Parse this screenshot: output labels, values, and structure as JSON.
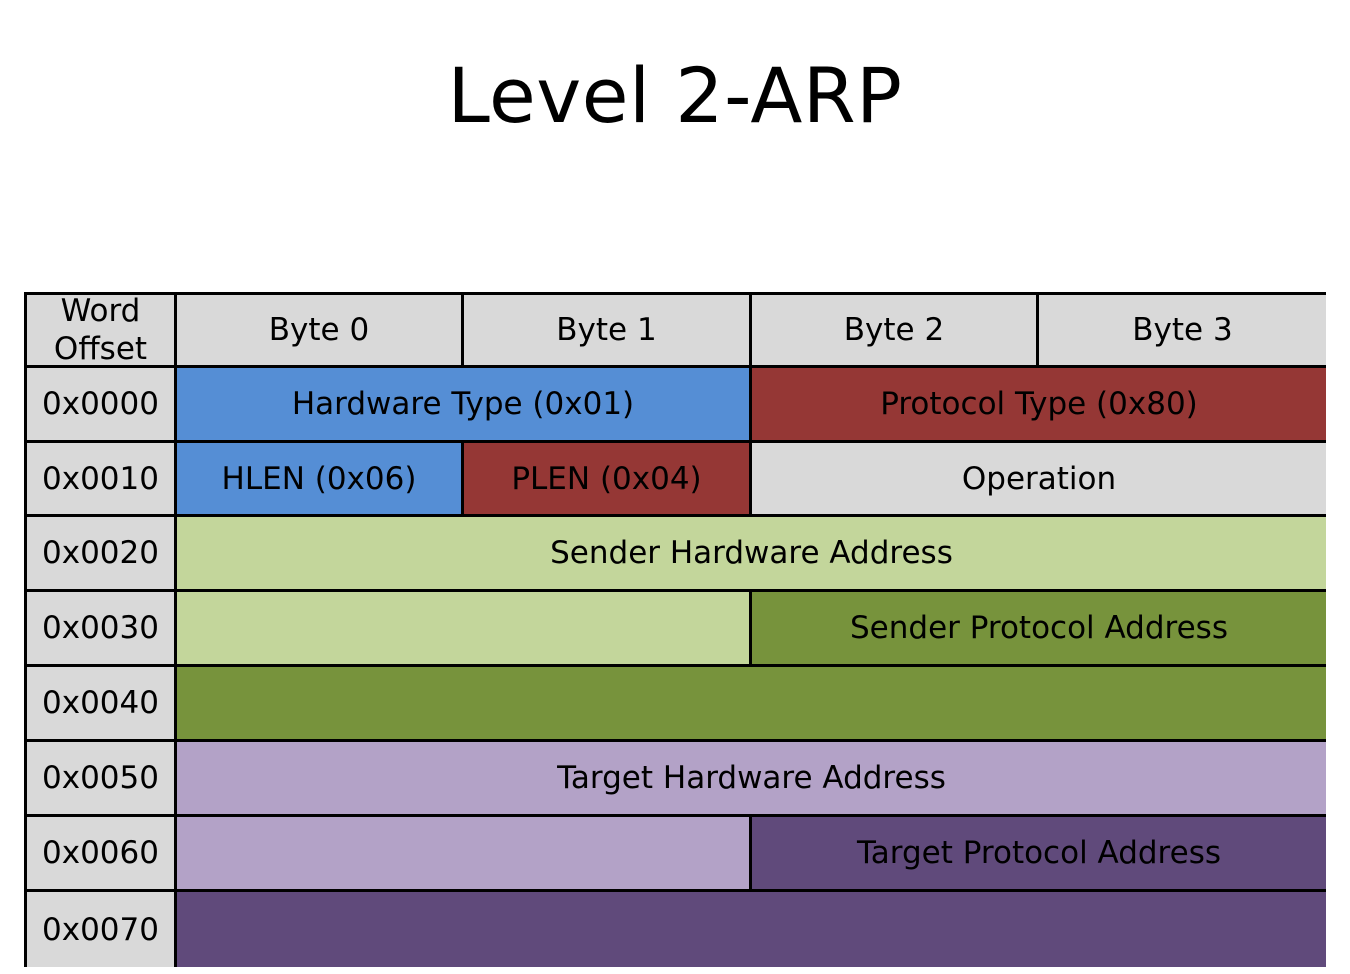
{
  "title": "Level 2-ARP",
  "table": {
    "corner": [
      "Word",
      "Offset"
    ],
    "byte_headers": [
      "Byte 0",
      "Byte 1",
      "Byte 2",
      "Byte 3"
    ],
    "offsets": [
      "0x0000",
      "0x0010",
      "0x0020",
      "0x0030",
      "0x0040",
      "0x0050",
      "0x0060",
      "0x0070"
    ],
    "fields": {
      "hardware_type": "Hardware Type (0x01)",
      "protocol_type": "Protocol Type (0x80)",
      "hlen": "HLEN (0x06)",
      "plen": "PLEN (0x04)",
      "operation": "Operation",
      "sender_hardware_address": "Sender Hardware Address",
      "sender_protocol_address": "Sender Protocol Address",
      "target_hardware_address": "Target Hardware Address",
      "target_protocol_address": "Target Protocol Address"
    }
  },
  "colors": {
    "header_gray": "#d9d9d9",
    "hardware_blue": "#558ed5",
    "protocol_red": "#953735",
    "sender_hw_light_green": "#c3d69b",
    "sender_proto_green": "#77933c",
    "target_hw_light_purple": "#b3a2c7",
    "target_proto_purple": "#604a7b"
  }
}
